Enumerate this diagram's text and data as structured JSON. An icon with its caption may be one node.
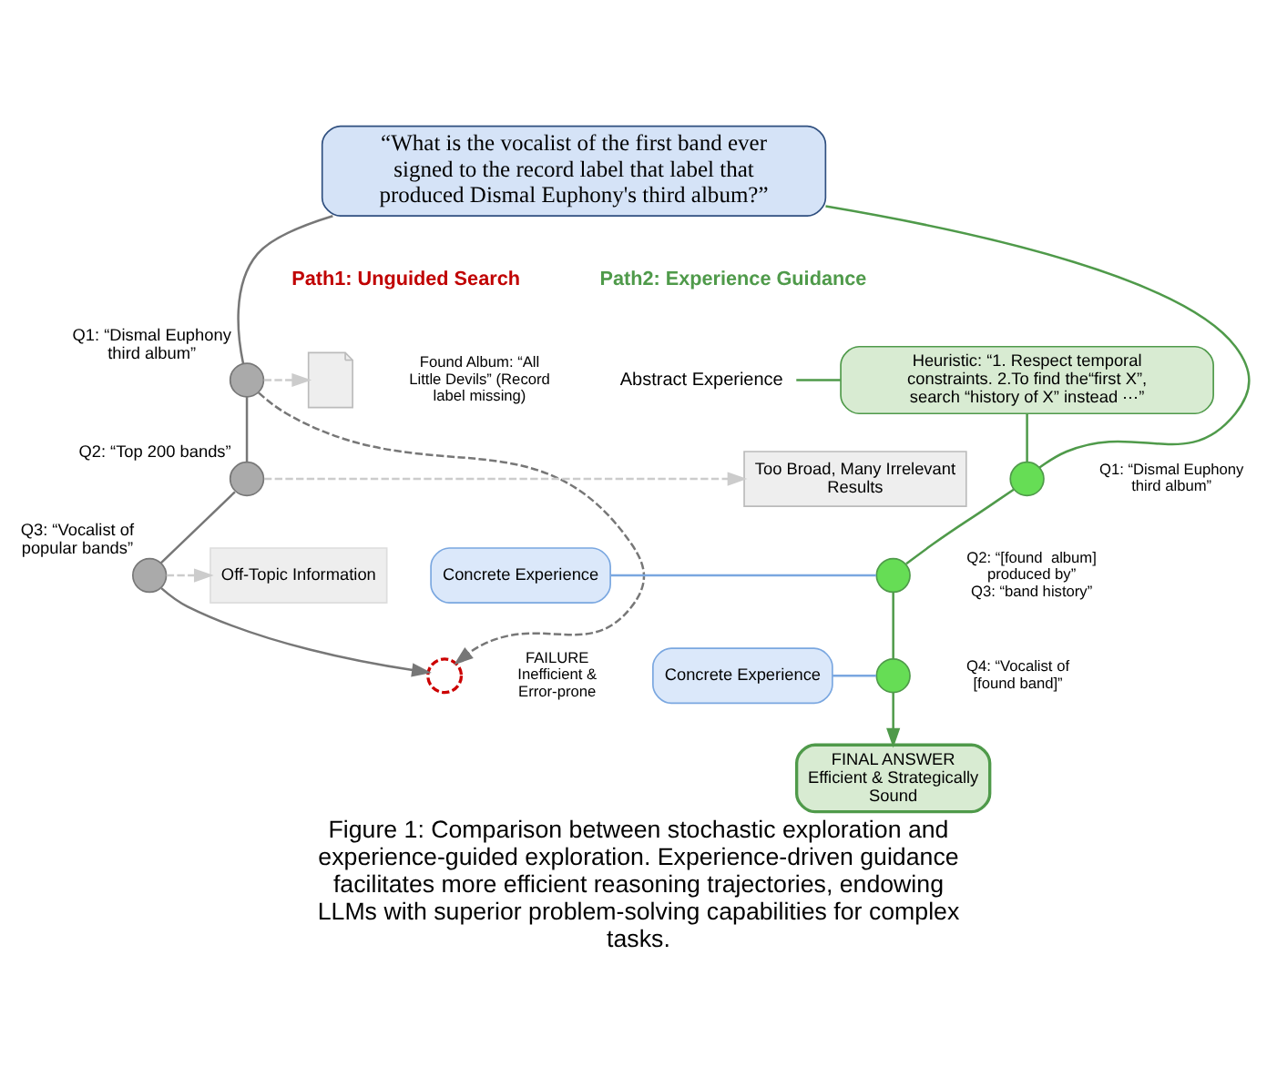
{
  "diagram": {
    "caption": "Figure 1: Comparison between stochastic exploration and experience-guided exploration. Experience-driven guidance facilitates more efficient reasoning trajectories, endowing LLMs with superior problem-solving capabilities for complex tasks.",
    "nodes": [
      {
        "text": [
          "“What is the vocalist of the first band ever signed to the record label that label that produced Dismal Euphony's third album?”"
        ]
      },
      {
        "text": [],
        "shape": "circle",
        "beside": [
          "Q1: “Dismal Euphony third album”"
        ]
      },
      {
        "text": [],
        "shape": "document",
        "beside": [
          "Found Album: “All Little Devils” (Record label missing)"
        ]
      },
      {
        "text": [],
        "shape": "circle",
        "beside": [
          "Q2: “Top 200 bands”"
        ]
      },
      {
        "text": [
          "Too Broad, Many Irrelevant Results"
        ]
      },
      {
        "text": [],
        "shape": "circle",
        "beside": [
          "Q3: “Vocalist of popular bands”"
        ]
      },
      {
        "text": [
          "Off-Topic Information"
        ]
      },
      {
        "text": [],
        "shape": "circle",
        "beside": [
          "FAILURE",
          "Inefficient & Error-prone"
        ]
      },
      {
        "text": [
          "Abstract Experience"
        ]
      },
      {
        "text": [
          "Heuristic: “1. Respect temporal constraints. 2.To find the“first X”, search “history of X” instead ⋯”"
        ]
      },
      {
        "text": [],
        "shape": "circle",
        "beside": [
          "Q1: “Dismal Euphony third album”"
        ]
      },
      {
        "text": [
          "Concrete Experience"
        ]
      },
      {
        "text": [],
        "shape": "circle",
        "beside": [
          "Q2: “[found  album] produced by”",
          "Q3: “band history”"
        ]
      },
      {
        "text": [],
        "shape": "circle",
        "beside": [
          "Q4: “Vocalist of [found band]”"
        ]
      },
      {
        "text": [
          "Concrete Experience"
        ]
      },
      {
        "text": [
          "FINAL ANSWER",
          "Efficient & Strategically Sound"
        ]
      }
    ],
    "edges": [
      {
        "from": 0,
        "to": 1,
        "arrow": "none"
      },
      {
        "from": 1,
        "to": 3,
        "arrow": "none"
      },
      {
        "from": 3,
        "to": 5,
        "arrow": "none"
      },
      {
        "from": 5,
        "to": 7,
        "arrow": "to"
      },
      {
        "from": 1,
        "to": 7,
        "arrow": "to",
        "style": "dashed"
      },
      {
        "from": 1,
        "to": 2,
        "arrow": "to",
        "style": "dashed",
        "color": "#cccccc"
      },
      {
        "from": 3,
        "to": 4,
        "arrow": "to",
        "style": "dashed",
        "color": "#cccccc"
      },
      {
        "from": 5,
        "to": 6,
        "arrow": "to",
        "style": "dashed",
        "color": "#cccccc"
      },
      {
        "from": 0,
        "to": 10,
        "arrow": "none",
        "color": "#4f9a4a"
      },
      {
        "from": 8,
        "to": 9,
        "arrow": "none",
        "color": "#4f9a4a"
      },
      {
        "from": 9,
        "to": 10,
        "arrow": "none",
        "color": "#4f9a4a"
      },
      {
        "from": 10,
        "to": 12,
        "arrow": "none",
        "color": "#4f9a4a"
      },
      {
        "from": 11,
        "to": 12,
        "arrow": "none",
        "color": "#7aa7e0"
      },
      {
        "from": 12,
        "to": 13,
        "arrow": "none",
        "color": "#4f9a4a"
      },
      {
        "from": 14,
        "to": 13,
        "arrow": "none",
        "color": "#7aa7e0"
      },
      {
        "from": 13,
        "to": 15,
        "arrow": "to",
        "color": "#4f9a4a"
      }
    ],
    "labels": [
      "Path1: Unguided Search",
      "Path2: Experience Guidance"
    ]
  }
}
